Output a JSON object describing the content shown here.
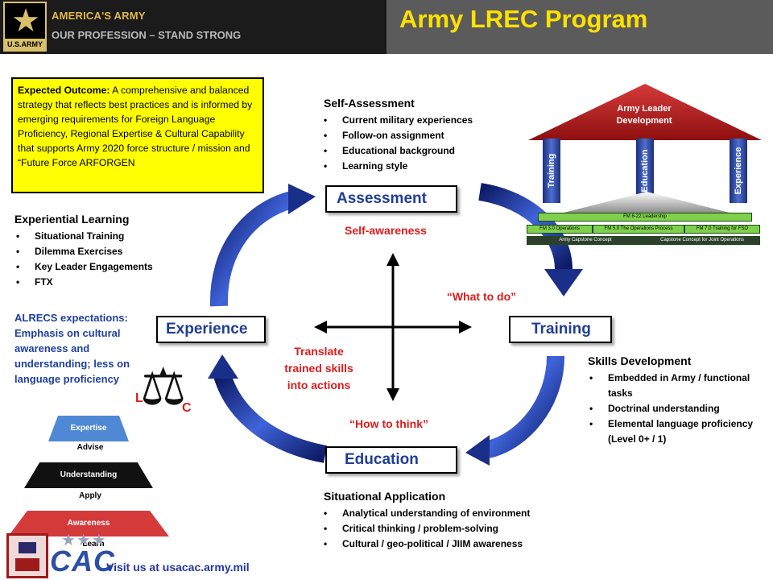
{
  "header": {
    "brand_line1": "AMERICA'S ARMY",
    "brand_line2": "OUR PROFESSION – STAND STRONG",
    "logo_text": "U.S.ARMY",
    "logo_icon": "star-icon",
    "title": "Army LREC Program"
  },
  "outcome": {
    "label": "Expected Outcome:",
    "text": " A comprehensive and balanced strategy that reflects best practices and is informed by emerging requirements for Foreign Language Proficiency, Regional Expertise & Cultural Capability that supports Army 2020 force structure / mission and “Future Force ARFORGEN"
  },
  "self_assessment": {
    "heading": "Self-Assessment",
    "items": [
      "Current military experiences",
      "Follow-on assignment",
      "Educational background",
      "Learning style"
    ]
  },
  "experiential": {
    "heading": "Experiential Learning",
    "items": [
      "Situational Training",
      "Dilemma Exercises",
      "Key Leader Engagements",
      "FTX"
    ]
  },
  "alrecs_note": "ALRECS expectations: Emphasis on cultural awareness and understanding; less on language proficiency",
  "skills": {
    "heading": "Skills Development",
    "items": [
      "Embedded in Army / functional tasks",
      "Doctrinal understanding",
      "Elemental language proficiency (Level 0+ / 1)"
    ]
  },
  "situational": {
    "heading": "Situational Application",
    "items": [
      "Analytical understanding of environment",
      "Critical thinking / problem-solving",
      "Cultural / geo-political / JIIM awareness"
    ]
  },
  "cycle": {
    "assessment": "Assessment",
    "training": "Training",
    "education": "Education",
    "experience": "Experience",
    "self_awareness": "Self-awareness",
    "what_to_do": "“What to do”",
    "how_to_think": "“How to think”",
    "translate": "Translate trained skills into actions",
    "arrow_color": "#1f3d98"
  },
  "scale": {
    "left": "L",
    "right": "C",
    "icon": "scales-icon"
  },
  "pyramid": {
    "levels": [
      {
        "label": "Expertise",
        "caption": "Advise",
        "color": "#4f88d4"
      },
      {
        "label": "Understanding",
        "caption": "Apply",
        "color": "#111111"
      },
      {
        "label": "Awareness",
        "caption": "Learn",
        "color": "#d43a3a"
      }
    ]
  },
  "house": {
    "roof": "Army Leader Development",
    "pillars": [
      "Training",
      "Education",
      "Experience"
    ],
    "bars": {
      "top": "FM 6-22 Leadership",
      "mid": [
        "FM 3.0 Operations",
        "FM 5.0 The Operations Process",
        "FM 7.0 Training for FSO"
      ],
      "bottom": [
        "Army Capstone Concept",
        "Capstone Concept for Joint Operations"
      ]
    }
  },
  "footer": {
    "logo_text": "CAC",
    "visit": "Visit us at usacac.army.mil"
  }
}
